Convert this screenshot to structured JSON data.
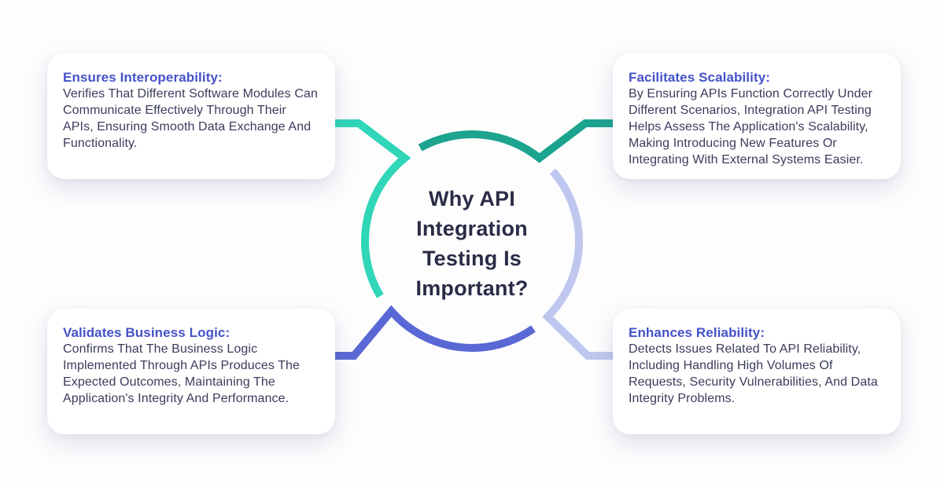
{
  "diagram": {
    "center": {
      "title_lines": [
        "Why API",
        "Integration",
        "Testing Is",
        "Important?"
      ]
    },
    "cards": [
      {
        "id": "ensures-interoperability",
        "position": "top-left",
        "title": "Ensures Interoperability:",
        "body": "Verifies That Different Software Modules Can Communicate Effectively Through Their APIs, Ensuring Smooth Data Exchange And Functionality."
      },
      {
        "id": "facilitates-scalability",
        "position": "top-right",
        "title": "Facilitates Scalability:",
        "body": "By Ensuring APIs Function Correctly Under Different Scenarios, Integration API Testing Helps Assess The Application's Scalability, Making Introducing New Features Or Integrating With External Systems Easier."
      },
      {
        "id": "validates-business-logic",
        "position": "bottom-left",
        "title": "Validates Business Logic:",
        "body": "Confirms That The Business Logic Implemented Through APIs Produces The Expected Outcomes, Maintaining The Application's Integrity And Performance."
      },
      {
        "id": "enhances-reliability",
        "position": "bottom-right",
        "title": "Enhances Reliability:",
        "body": "Detects Issues Related To API Reliability, Including Handling High Volumes Of Requests, Security Vulnerabilities, And Data Integrity Problems."
      }
    ],
    "colors": {
      "mint": "#2fd6b7",
      "teal": "#1ca48f",
      "purple": "#5a68d5",
      "lavender": "#bfc7ee",
      "heading_blue": "#4452c8",
      "body_text": "#3a3c5b",
      "center_text": "#2a2c47",
      "card_background": "#ffffff",
      "page_background": "#fdfdfe"
    }
  }
}
